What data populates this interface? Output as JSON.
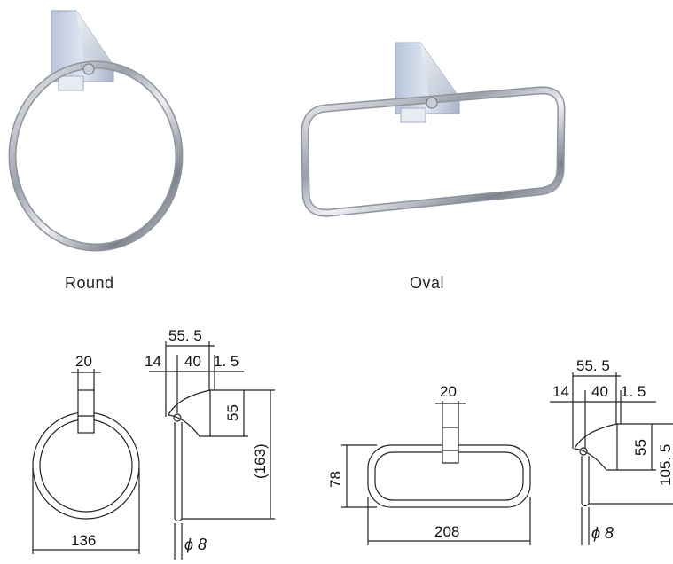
{
  "captions": {
    "round": "Round",
    "oval": "Oval"
  },
  "round_drawing": {
    "width": "136",
    "bracket_width": "20",
    "depth_total": "55. 5",
    "depth_offset": "14",
    "depth_mid": "40",
    "depth_tail": "1. 5",
    "bracket_height": "55",
    "total_height": "(163)",
    "rod_diameter": "ϕ 8"
  },
  "oval_drawing": {
    "width": "208",
    "height": "78",
    "bracket_width": "20",
    "depth_total": "55. 5",
    "depth_offset": "14",
    "depth_mid": "40",
    "depth_tail": "1. 5",
    "bracket_height": "55",
    "total_height": "105. 5",
    "rod_diameter": "ϕ 8"
  }
}
